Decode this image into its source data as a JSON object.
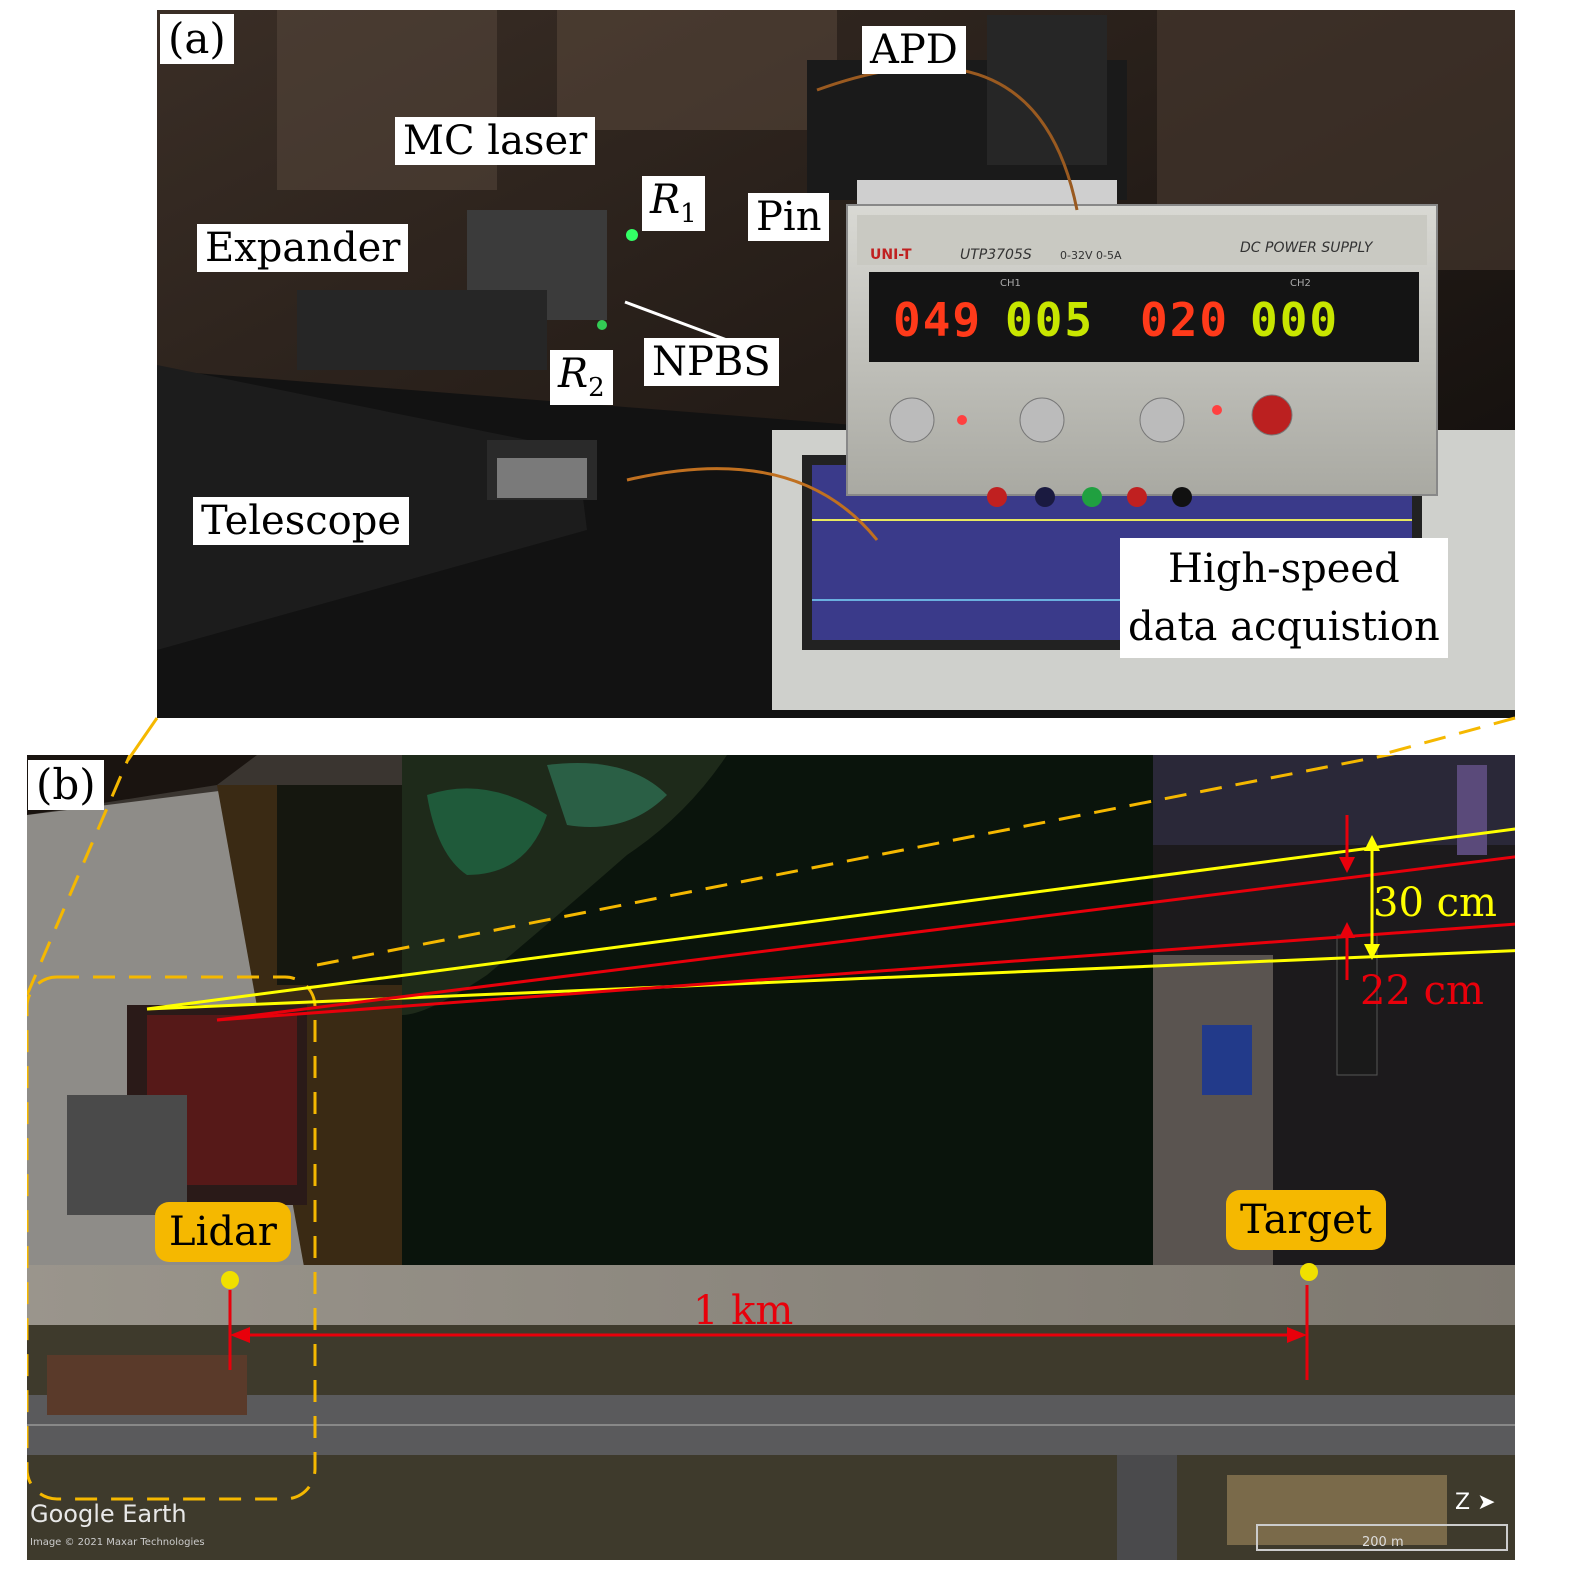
{
  "panel_a": {
    "tag": "(a)",
    "labels": {
      "apd": "APD",
      "mc_laser": "MC laser",
      "r1_main": "R",
      "r1_sub": "1",
      "pin": "Pin",
      "expander": "Expander",
      "npbs": "NPBS",
      "r2_main": "R",
      "r2_sub": "2",
      "telescope": "Telescope",
      "daq_line1": "High-speed",
      "daq_line2": "data acquistion"
    },
    "power_supply": {
      "brand": "UNI-T",
      "model": "UTP3705S",
      "spec": "0-32V 0-5A",
      "title": "DC POWER SUPPLY",
      "ch1_label": "CH1",
      "ch2_label": "CH2",
      "readout_v1": "049",
      "readout_a1": "005",
      "readout_v2": "020",
      "readout_a2": "000"
    }
  },
  "panel_b": {
    "tag": "(b)",
    "lidar_label": "Lidar",
    "target_label": "Target",
    "distance_label": "1 km",
    "dim_yellow": "30 cm",
    "dim_red": "22 cm",
    "watermark": "Google Earth",
    "copyright": "Image © 2021 Maxar Technologies",
    "scale": "200 m",
    "north": "Z",
    "colors": {
      "accent": "#f5b800",
      "red": "#e8000b",
      "yellow": "#ffff00"
    }
  }
}
